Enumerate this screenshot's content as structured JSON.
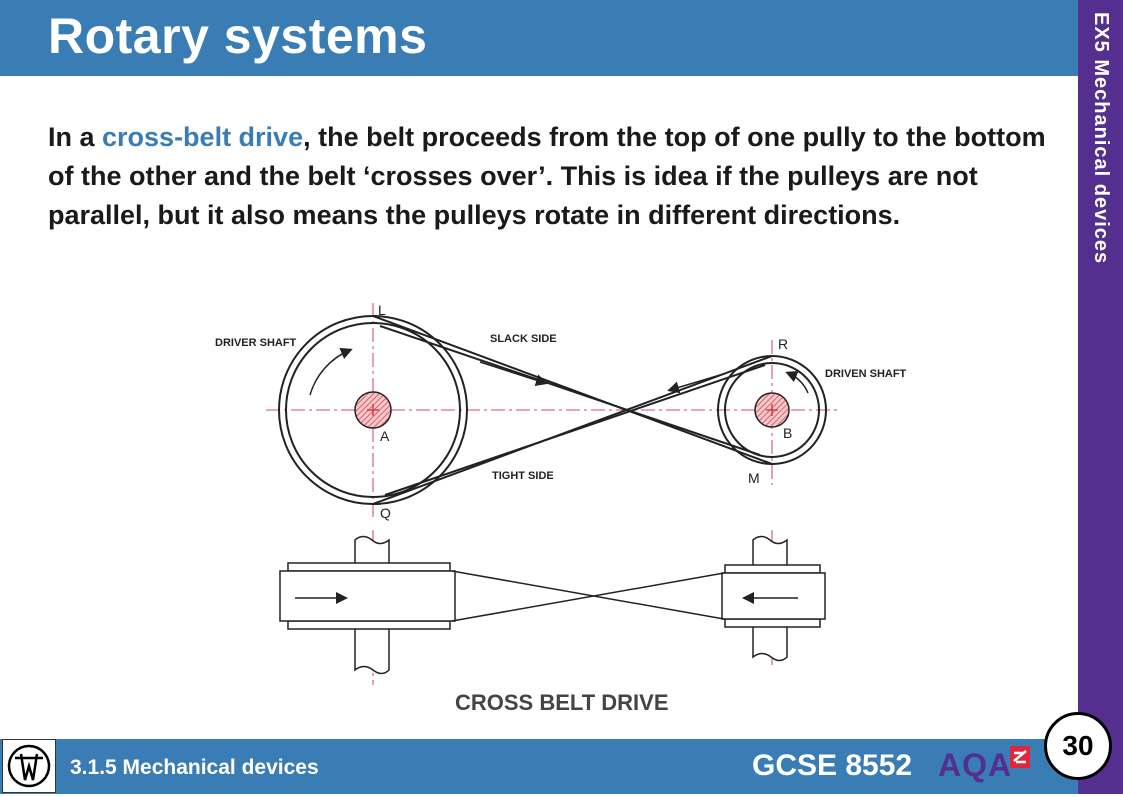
{
  "header": {
    "title": "Rotary systems"
  },
  "sidebar": {
    "label": "EX5 Mechanical devices"
  },
  "body": {
    "intro_before": "In a ",
    "highlight": "cross-belt drive",
    "intro_after": ",  the belt proceeds from the top of one pully to the bottom of the other and the belt ‘crosses over’. This is idea if the pulleys are not parallel, but it also means the pulleys rotate in different directions."
  },
  "diagram": {
    "labels": {
      "driver_shaft": "DRIVER SHAFT",
      "slack_side": "SLACK SIDE",
      "tight_side": "TIGHT SIDE",
      "driven_shaft": "DRIVEN SHAFT",
      "point_l": "L",
      "point_a": "A",
      "point_q": "Q",
      "point_r": "R",
      "point_b": "B",
      "point_m": "M"
    },
    "caption": "CROSS BELT DRIVE"
  },
  "footer": {
    "left_label": "3.1.5 Mechanical devices",
    "course": "GCSE 8552",
    "brand": "AQA",
    "page_number": "30"
  },
  "colors": {
    "header_blue": "#3a7db4",
    "sidebar_purple": "#552f8f",
    "centerline_pink": "#d66aa8",
    "hatch_red": "#d0404a"
  }
}
